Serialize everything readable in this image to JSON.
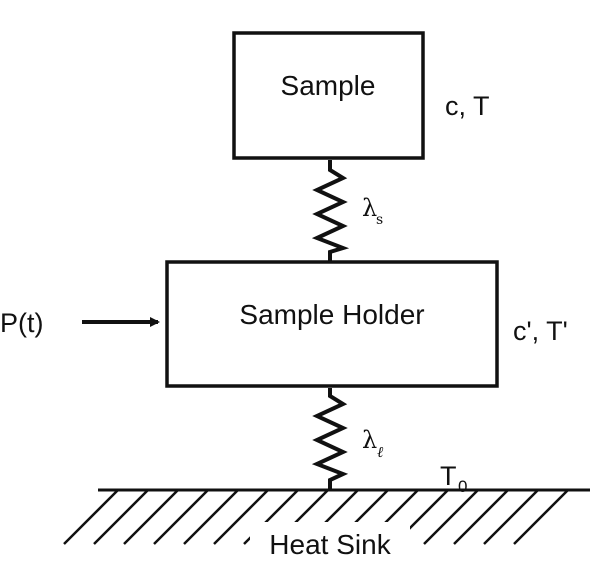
{
  "sample": {
    "label": "Sample",
    "properties": "c, T"
  },
  "spring_sample": {
    "symbol": "λ",
    "subscript": "s"
  },
  "holder": {
    "label": "Sample Holder",
    "properties": "c', T'"
  },
  "power": {
    "label": "P(t)"
  },
  "spring_link": {
    "symbol": "λ",
    "subscript": "ℓ"
  },
  "sink": {
    "label": "Heat Sink",
    "temperature": "T",
    "temperature_sub": "0"
  }
}
